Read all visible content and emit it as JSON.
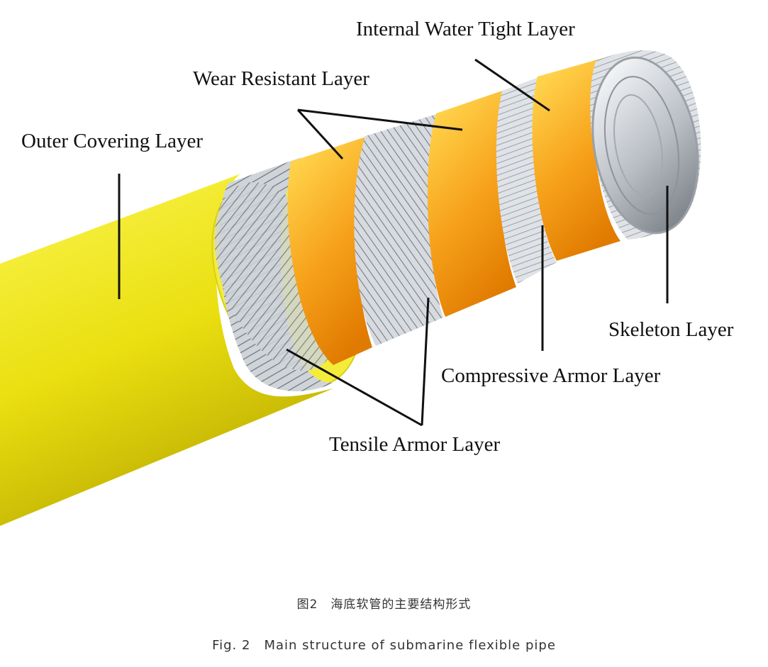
{
  "labels": {
    "internal_water_tight": "Internal Water Tight Layer",
    "wear_resistant": "Wear Resistant Layer",
    "outer_covering": "Outer Covering Layer",
    "skeleton": "Skeleton Layer",
    "compressive_armor": "Compressive Armor Layer",
    "tensile_armor": "Tensile Armor Layer"
  },
  "caption": {
    "chinese": "图2　海底软管的主要结构形式",
    "english": "Fig. 2　Main structure of submarine flexible pipe"
  },
  "colors": {
    "outer_layer": "#f2e81a",
    "orange_layer": "#f5a623",
    "steel": "#c8cdd2",
    "leader_line": "#111111"
  }
}
